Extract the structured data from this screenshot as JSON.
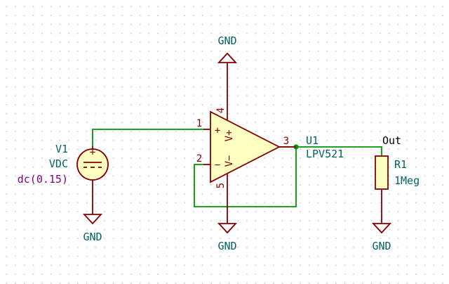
{
  "schematic": {
    "power_top": "GND",
    "power_v1": "GND",
    "power_u1": "GND",
    "power_r1": "GND",
    "v1": {
      "ref": "V1",
      "value": "VDC",
      "spice": "dc(0.15)",
      "plus": "+"
    },
    "u1": {
      "ref": "U1",
      "value": "LPV521",
      "pin1": "1",
      "pin2": "2",
      "pin3": "3",
      "pin4": "4",
      "pin5": "5",
      "in_plus": "+",
      "in_minus": "−",
      "vplus": "V+",
      "vminus": "V−"
    },
    "r1": {
      "ref": "R1",
      "value": "1Meg"
    },
    "net_out": "Out"
  },
  "colors": {
    "wire": "#009600",
    "component": "#840000",
    "component_fill": "#ffffc2",
    "label_text": "#006464",
    "spice_text": "#840084"
  }
}
